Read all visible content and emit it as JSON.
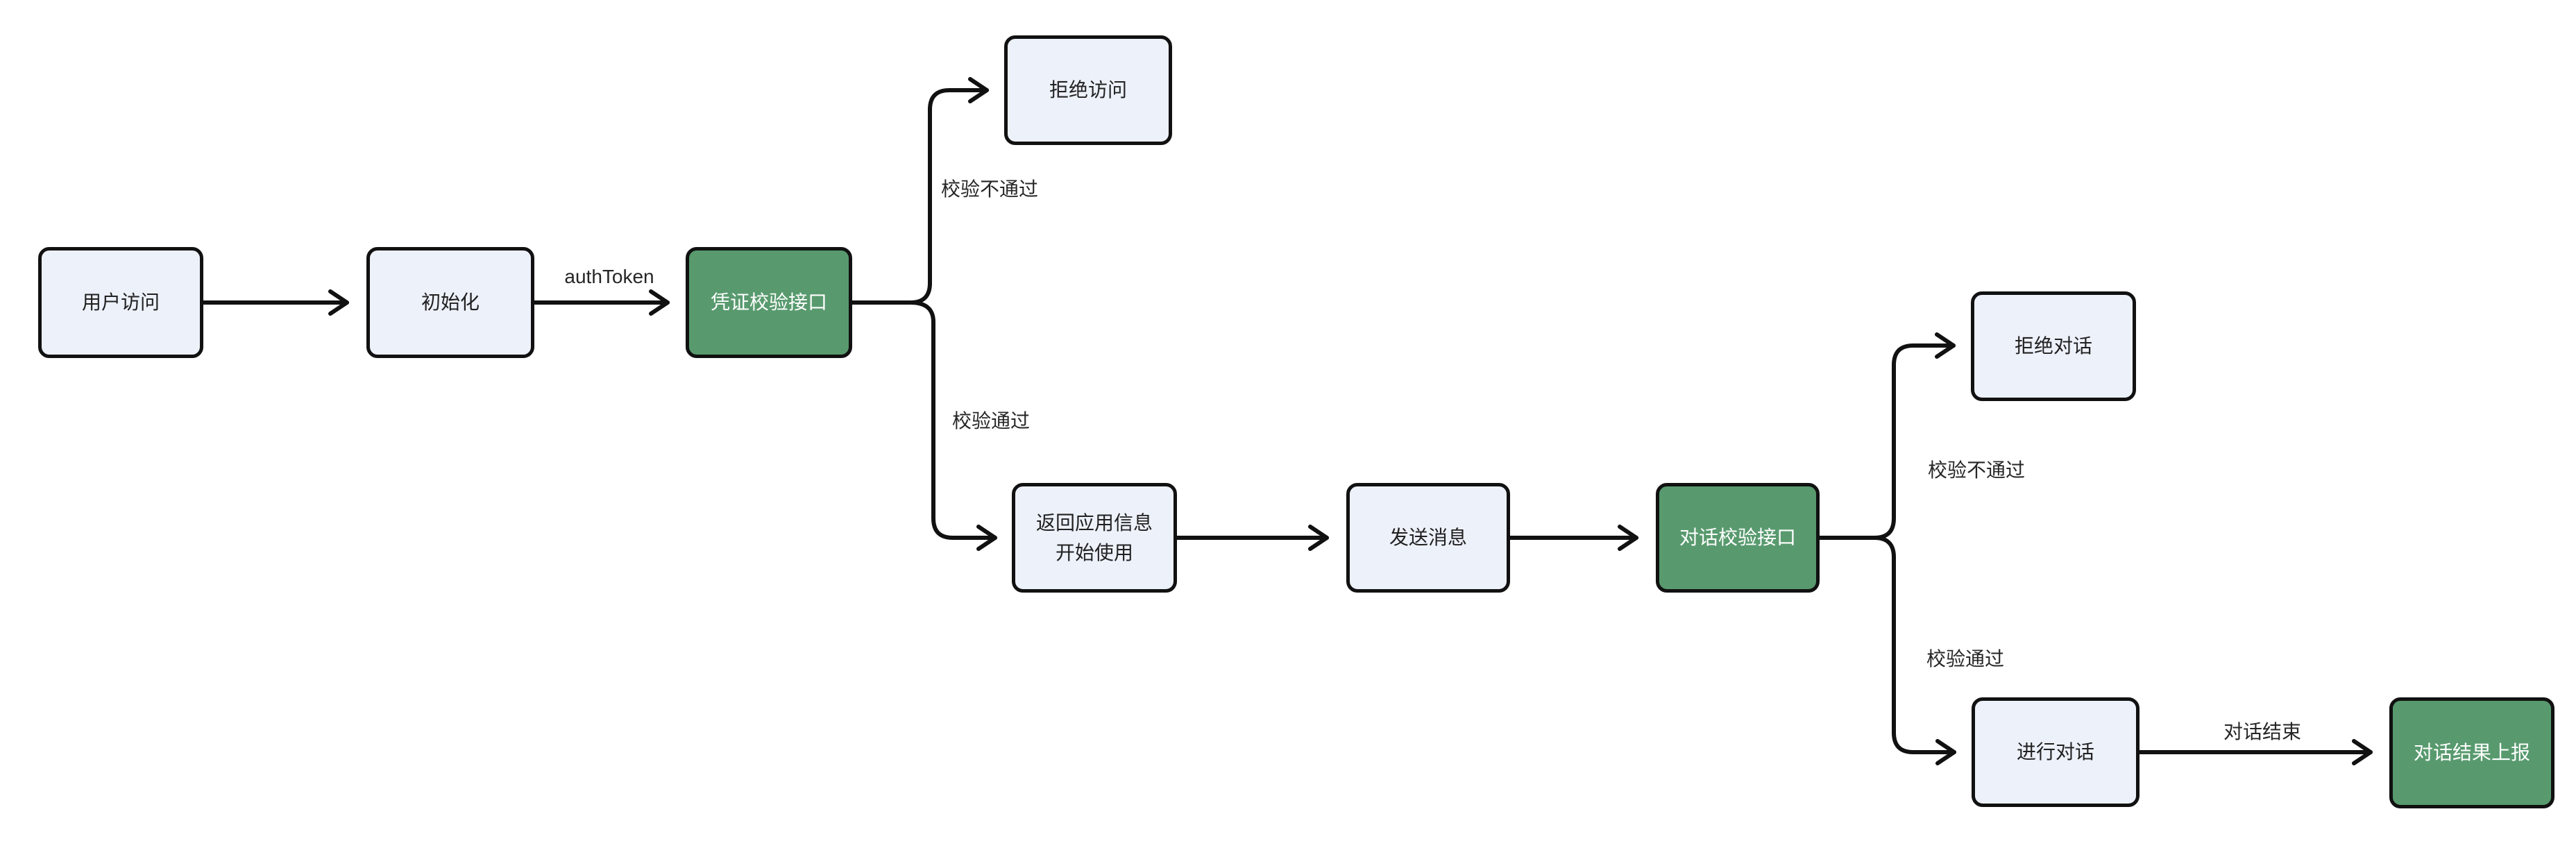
{
  "diagram": {
    "nodes": [
      {
        "id": "user-access",
        "label": "用户访问",
        "type": "default"
      },
      {
        "id": "init",
        "label": "初始化",
        "type": "default"
      },
      {
        "id": "credential-check-api",
        "label": "凭证校验接口",
        "type": "green"
      },
      {
        "id": "deny-access",
        "label": "拒绝访问",
        "type": "default"
      },
      {
        "id": "return-app-info",
        "label": "返回应用信息\n开始使用",
        "type": "default"
      },
      {
        "id": "send-message",
        "label": "发送消息",
        "type": "default"
      },
      {
        "id": "dialog-check-api",
        "label": "对话校验接口",
        "type": "green"
      },
      {
        "id": "deny-dialog",
        "label": "拒绝对话",
        "type": "default"
      },
      {
        "id": "conduct-dialog",
        "label": "进行对话",
        "type": "default"
      },
      {
        "id": "dialog-result-report",
        "label": "对话结果上报",
        "type": "green"
      }
    ],
    "edge_labels": [
      {
        "id": "auth-token",
        "text": "authToken"
      },
      {
        "id": "check-fail-1",
        "text": "校验不通过"
      },
      {
        "id": "check-pass-1",
        "text": "校验通过"
      },
      {
        "id": "check-fail-2",
        "text": "校验不通过"
      },
      {
        "id": "check-pass-2",
        "text": "校验通过"
      },
      {
        "id": "dialog-end",
        "text": "对话结束"
      }
    ],
    "colors": {
      "node_fill": "#EDF1FA",
      "green_fill": "#589A6E",
      "stroke": "#111111",
      "text": "#212121",
      "green_text": "#FFFFFF"
    }
  }
}
